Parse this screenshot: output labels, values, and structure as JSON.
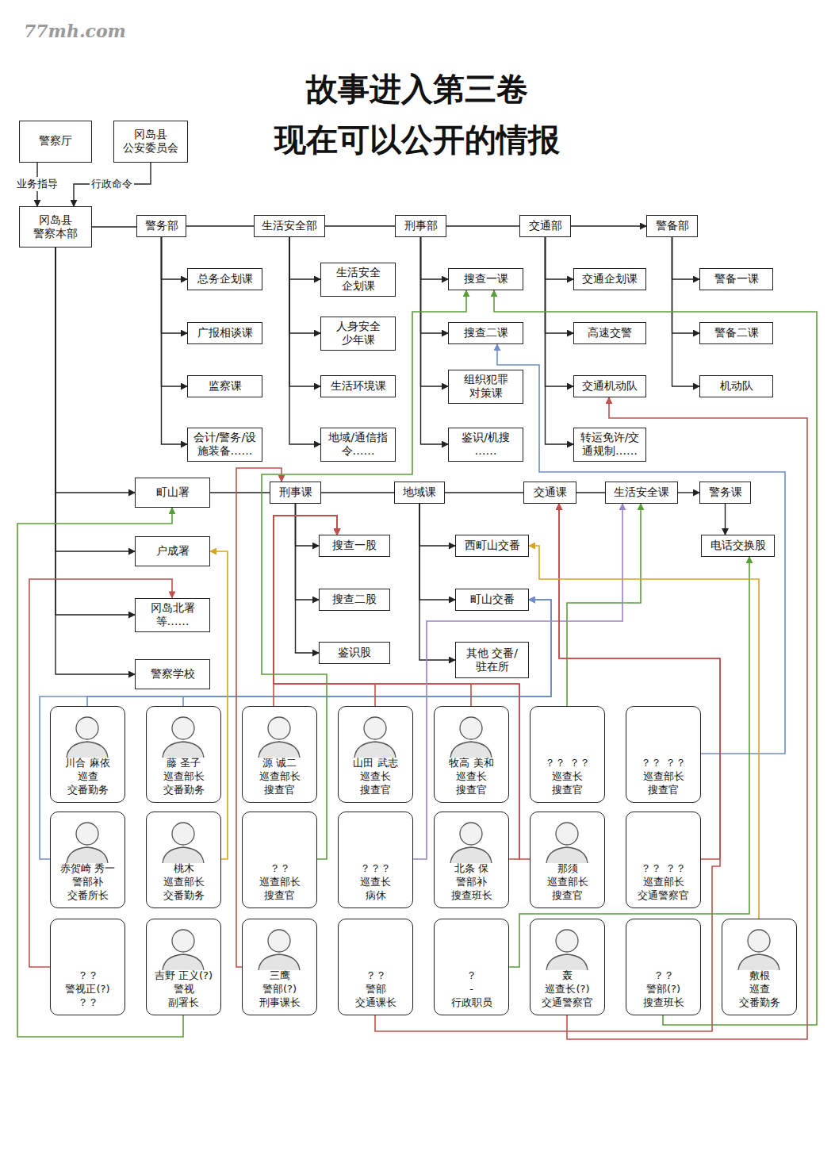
{
  "diagram": {
    "title": "故事进入第三卷 现在可以公开的情报",
    "nodes": [
      {
        "text": [
          "警察厅"
        ]
      },
      {
        "text": [
          "冈岛县 公安委员会"
        ]
      },
      {
        "text": [
          "冈岛县 警察本部"
        ]
      },
      {
        "text": [
          "警务部"
        ]
      },
      {
        "text": [
          "生活安全部"
        ]
      },
      {
        "text": [
          "刑事部"
        ]
      },
      {
        "text": [
          "交通部"
        ]
      },
      {
        "text": [
          "警备部"
        ]
      },
      {
        "text": [
          "总务企划课"
        ]
      },
      {
        "text": [
          "生活安全 企划课"
        ]
      },
      {
        "text": [
          "搜查一课"
        ]
      },
      {
        "text": [
          "交通企划课"
        ]
      },
      {
        "text": [
          "警备一课"
        ]
      },
      {
        "text": [
          "广报相谈课"
        ]
      },
      {
        "text": [
          "人身安全 少年课"
        ]
      },
      {
        "text": [
          "搜查二课"
        ]
      },
      {
        "text": [
          "高速交警"
        ]
      },
      {
        "text": [
          "警备二课"
        ]
      },
      {
        "text": [
          "监察课"
        ]
      },
      {
        "text": [
          "生活环境课"
        ]
      },
      {
        "text": [
          "组织犯罪 对策课"
        ]
      },
      {
        "text": [
          "交通机动队"
        ]
      },
      {
        "text": [
          "机动队"
        ]
      },
      {
        "text": [
          "会计/警务/设 施装备……"
        ]
      },
      {
        "text": [
          "地域/通信指 令……"
        ]
      },
      {
        "text": [
          "鉴识/机搜 ……"
        ]
      },
      {
        "text": [
          "转运免许/交 通规制……"
        ]
      },
      {
        "text": [
          "町山署"
        ]
      },
      {
        "text": [
          "刑事课"
        ]
      },
      {
        "text": [
          "地域课"
        ]
      },
      {
        "text": [
          "交通课"
        ]
      },
      {
        "text": [
          "生活安全课"
        ]
      },
      {
        "text": [
          "警务课"
        ]
      },
      {
        "text": [
          "户成署"
        ]
      },
      {
        "text": [
          "西町山交番"
        ]
      },
      {
        "text": [
          "搜查一股"
        ]
      },
      {
        "text": [
          "电话交换股"
        ]
      },
      {
        "text": [
          "冈岛北署 等……"
        ]
      },
      {
        "text": [
          "搜查二股"
        ]
      },
      {
        "text": [
          "町山交番"
        ]
      },
      {
        "text": [
          "鉴识股"
        ]
      },
      {
        "text": [
          "其他 交番/驻在所"
        ]
      },
      {
        "text": [
          "警察学校"
        ]
      },
      {
        "text": [
          "川合 麻依",
          "巡查",
          "交番勤务"
        ]
      },
      {
        "text": [
          "藤 圣子",
          "巡查部长",
          "交番勤务"
        ]
      },
      {
        "text": [
          "源 诚二",
          "巡查部长",
          "搜查官"
        ]
      },
      {
        "text": [
          "山田 武志",
          "巡查长",
          "搜查官"
        ]
      },
      {
        "text": [
          "牧高 美和",
          "巡查长",
          "搜查官"
        ]
      },
      {
        "text": [
          "？？ ？？",
          "巡查长",
          "搜查官"
        ]
      },
      {
        "text": [
          "？？ ？？",
          "巡查部长",
          "搜查官"
        ]
      },
      {
        "text": [
          "赤贺崎 秀一",
          "警部补",
          "交番所长"
        ]
      },
      {
        "text": [
          "桃木",
          "巡查部长",
          "交番勤务"
        ]
      },
      {
        "text": [
          "？？",
          "巡查部长",
          "搜查官"
        ]
      },
      {
        "text": [
          "？？？",
          "巡查长",
          "病休"
        ]
      },
      {
        "text": [
          "北条 保",
          "警部补",
          "搜查班长"
        ]
      },
      {
        "text": [
          "那须",
          "巡查部长",
          "搜查官"
        ]
      },
      {
        "text": [
          "？？ ？？",
          "巡查部长",
          "交通警察官"
        ]
      },
      {
        "text": [
          "？？",
          "警视正(?)",
          "？？"
        ]
      },
      {
        "text": [
          "吉野 正义(?)",
          "警视",
          "副署长"
        ]
      },
      {
        "text": [
          "三鹰",
          "警部(?)",
          "刑事课长"
        ]
      },
      {
        "text": [
          "？？",
          "警部",
          "交通课长"
        ]
      },
      {
        "text": [
          "？",
          "-",
          "行政职员"
        ]
      },
      {
        "text": [
          "轰",
          "巡查长(?)",
          "交通警察官"
        ]
      },
      {
        "text": [
          "？？",
          "警部(?)",
          "搜查班长"
        ]
      },
      {
        "text": [
          "敷根",
          "巡查",
          "交番勤务"
        ]
      }
    ],
    "edges": [
      {
        "from": 0,
        "to": 2,
        "label": "业务指导",
        "arrow": "to"
      },
      {
        "from": 1,
        "to": 2,
        "label": "行政命令",
        "arrow": "to"
      },
      {
        "from": 2,
        "to": 3,
        "arrow": "none"
      },
      {
        "from": 3,
        "to": 4,
        "arrow": "none"
      },
      {
        "from": 4,
        "to": 5,
        "arrow": "none"
      },
      {
        "from": 5,
        "to": 6,
        "arrow": "none"
      },
      {
        "from": 6,
        "to": 7,
        "arrow": "to"
      },
      {
        "from": 3,
        "to": 8,
        "arrow": "to"
      },
      {
        "from": 3,
        "to": 13,
        "arrow": "to"
      },
      {
        "from": 3,
        "to": 18,
        "arrow": "to"
      },
      {
        "from": 3,
        "to": 23,
        "arrow": "to"
      },
      {
        "from": 4,
        "to": 9,
        "arrow": "to"
      },
      {
        "from": 4,
        "to": 14,
        "arrow": "to"
      },
      {
        "from": 4,
        "to": 19,
        "arrow": "to"
      },
      {
        "from": 4,
        "to": 24,
        "arrow": "to"
      },
      {
        "from": 5,
        "to": 10,
        "arrow": "to"
      },
      {
        "from": 5,
        "to": 15,
        "arrow": "to"
      },
      {
        "from": 5,
        "to": 20,
        "arrow": "to"
      },
      {
        "from": 5,
        "to": 25,
        "arrow": "to"
      },
      {
        "from": 6,
        "to": 11,
        "arrow": "to"
      },
      {
        "from": 6,
        "to": 16,
        "arrow": "to"
      },
      {
        "from": 6,
        "to": 21,
        "arrow": "to"
      },
      {
        "from": 6,
        "to": 26,
        "arrow": "to"
      },
      {
        "from": 7,
        "to": 12,
        "arrow": "to"
      },
      {
        "from": 7,
        "to": 17,
        "arrow": "to"
      },
      {
        "from": 7,
        "to": 22,
        "arrow": "to"
      },
      {
        "from": 2,
        "to": 27,
        "arrow": "to"
      },
      {
        "from": 2,
        "to": 33,
        "arrow": "to"
      },
      {
        "from": 2,
        "to": 37,
        "arrow": "to"
      },
      {
        "from": 2,
        "to": 42,
        "arrow": "to"
      },
      {
        "from": 27,
        "to": 28,
        "arrow": "none"
      },
      {
        "from": 28,
        "to": 29,
        "arrow": "none"
      },
      {
        "from": 29,
        "to": 30,
        "arrow": "none"
      },
      {
        "from": 30,
        "to": 31,
        "arrow": "none"
      },
      {
        "from": 31,
        "to": 32,
        "arrow": "to"
      },
      {
        "from": 32,
        "to": 36,
        "arrow": "to"
      },
      {
        "from": 28,
        "to": 35,
        "arrow": "to"
      },
      {
        "from": 28,
        "to": 38,
        "arrow": "to"
      },
      {
        "from": 28,
        "to": 40,
        "arrow": "to"
      },
      {
        "from": 29,
        "to": 34,
        "arrow": "to"
      },
      {
        "from": 29,
        "to": 39,
        "arrow": "to"
      },
      {
        "from": 29,
        "to": 41,
        "arrow": "to"
      },
      {
        "from": 43,
        "to": 39,
        "arrow": "to"
      },
      {
        "from": 44,
        "to": 39,
        "arrow": "to"
      },
      {
        "from": 50,
        "to": 39,
        "arrow": "to"
      },
      {
        "from": 51,
        "to": 33,
        "arrow": "to"
      },
      {
        "from": 45,
        "to": 35,
        "arrow": "to"
      },
      {
        "from": 46,
        "to": 35,
        "arrow": "to"
      },
      {
        "from": 47,
        "to": 35,
        "arrow": "to"
      },
      {
        "from": 54,
        "to": 35,
        "arrow": "to"
      },
      {
        "from": 55,
        "to": 35,
        "arrow": "to"
      },
      {
        "from": 59,
        "to": 28,
        "arrow": "to"
      },
      {
        "from": 48,
        "to": 31,
        "arrow": "to"
      },
      {
        "from": 53,
        "to": 31,
        "arrow": "to"
      },
      {
        "from": 49,
        "to": 15,
        "arrow": "to"
      },
      {
        "from": 52,
        "to": 10,
        "arrow": "to"
      },
      {
        "from": 63,
        "to": 10,
        "arrow": "to"
      },
      {
        "from": 56,
        "to": 30,
        "arrow": "to"
      },
      {
        "from": 60,
        "to": 30,
        "arrow": "to"
      },
      {
        "from": 62,
        "to": 21,
        "arrow": "to"
      },
      {
        "from": 57,
        "to": 37,
        "arrow": "to"
      },
      {
        "from": 58,
        "to": 27,
        "arrow": "to"
      },
      {
        "from": 61,
        "to": 36,
        "arrow": "to"
      },
      {
        "from": 64,
        "to": 34,
        "arrow": "to"
      }
    ],
    "labels": [
      "77mh.com"
    ]
  }
}
